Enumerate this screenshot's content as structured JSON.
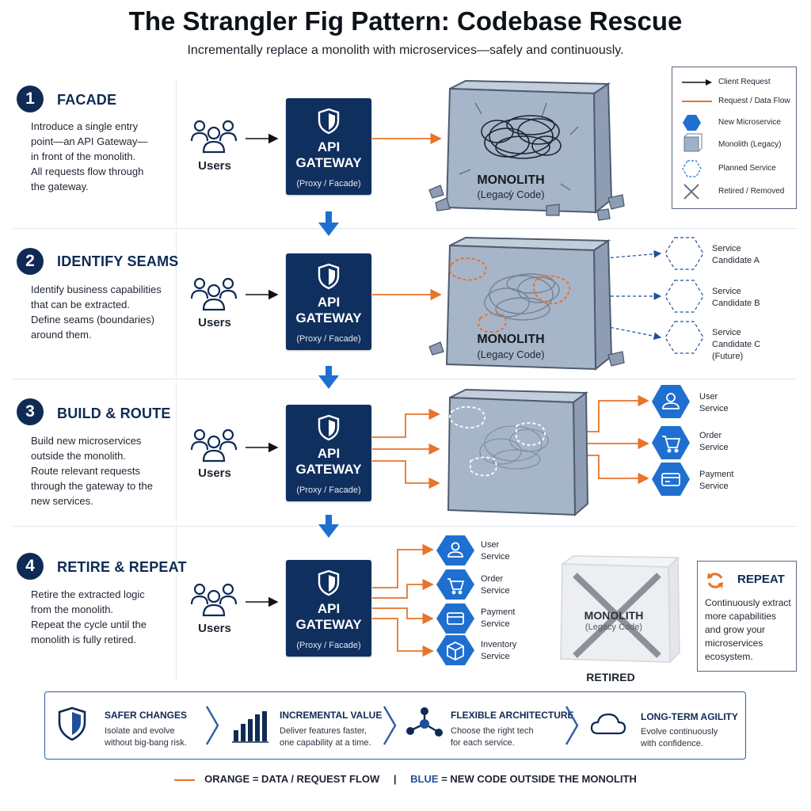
{
  "title": "The Strangler Fig Pattern: Codebase Rescue",
  "subtitle": "Incrementally replace a monolith with microservices—safely and continuously.",
  "steps": [
    {
      "num": "1",
      "title": "FACADE",
      "desc": [
        "Introduce a single entry",
        "point—an API Gateway—",
        "in front of the monolith.",
        "All requests flow through",
        "the gateway."
      ]
    },
    {
      "num": "2",
      "title": "IDENTIFY SEAMS",
      "desc": [
        "Identify business capabilities",
        "that can be extracted.",
        "Define seams (boundaries)",
        "around them."
      ]
    },
    {
      "num": "3",
      "title": "BUILD & ROUTE",
      "desc": [
        "Build new microservices",
        "outside the monolith.",
        "Route relevant requests",
        "through the gateway to the",
        "new services."
      ]
    },
    {
      "num": "4",
      "title": "RETIRE & REPEAT",
      "desc": [
        "Retire the extracted logic",
        "from the monolith.",
        "Repeat the cycle until the",
        "monolith is fully retired."
      ]
    }
  ],
  "users_label": "Users",
  "gateway": {
    "line1": "API",
    "line2": "GATEWAY",
    "sub": "(Proxy / Facade)"
  },
  "monolith": {
    "title": "MONOLITH",
    "sub": "(Legacy Code)",
    "retired": "RETIRED"
  },
  "candidates": [
    {
      "line1": "Service",
      "line2": "Candidate A",
      "line3": ""
    },
    {
      "line1": "Service",
      "line2": "Candidate B",
      "line3": ""
    },
    {
      "line1": "Service",
      "line2": "Candidate C",
      "line3": "(Future)"
    }
  ],
  "services3": [
    {
      "line1": "User",
      "line2": "Service",
      "icon": "user-icon"
    },
    {
      "line1": "Order",
      "line2": "Service",
      "icon": "cart-icon"
    },
    {
      "line1": "Payment",
      "line2": "Service",
      "icon": "card-icon"
    }
  ],
  "services4": [
    {
      "line1": "User",
      "line2": "Service",
      "icon": "user-icon"
    },
    {
      "line1": "Order",
      "line2": "Service",
      "icon": "cart-icon"
    },
    {
      "line1": "Payment",
      "line2": "Service",
      "icon": "card-icon"
    },
    {
      "line1": "Inventory",
      "line2": "Service",
      "icon": "box-icon"
    }
  ],
  "legend": [
    {
      "label": "Client Request",
      "icon": "black-arrow-icon"
    },
    {
      "label": "Request / Data Flow",
      "icon": "orange-line-icon"
    },
    {
      "label": "New Microservice",
      "icon": "blue-hexagon-icon"
    },
    {
      "label": "Monolith (Legacy)",
      "icon": "gray-cube-icon"
    },
    {
      "label": "Planned Service",
      "icon": "dashed-hexagon-icon"
    },
    {
      "label": "Retired / Removed",
      "icon": "x-icon"
    }
  ],
  "repeat": {
    "title": "REPEAT",
    "desc": [
      "Continuously extract",
      "more capabilities",
      "and grow your",
      "microservices",
      "ecosystem."
    ]
  },
  "benefits": [
    {
      "title": "SAFER CHANGES",
      "desc": [
        "Isolate and evolve",
        "without big-bang risk."
      ],
      "icon": "shield-icon"
    },
    {
      "title": "INCREMENTAL VALUE",
      "desc": [
        "Deliver features faster,",
        "one capability at a time."
      ],
      "icon": "bar-chart-icon"
    },
    {
      "title": "FLEXIBLE ARCHITECTURE",
      "desc": [
        "Choose the right tech",
        "for each service."
      ],
      "icon": "network-icon"
    },
    {
      "title": "LONG-TERM AGILITY",
      "desc": [
        "Evolve continuously",
        "with confidence."
      ],
      "icon": "cloud-icon"
    }
  ],
  "footer": {
    "orange_part": "ORANGE = DATA / REQUEST FLOW",
    "divider": "|",
    "blue_word": "BLUE",
    "blue_rest": "= NEW CODE OUTSIDE THE MONOLITH"
  },
  "colors": {
    "navy": "#0f2b55",
    "gateway": "#0f2f5e",
    "orange": "#e8742a",
    "blue": "#1f6fd1",
    "stone": "#9aa8bd"
  }
}
